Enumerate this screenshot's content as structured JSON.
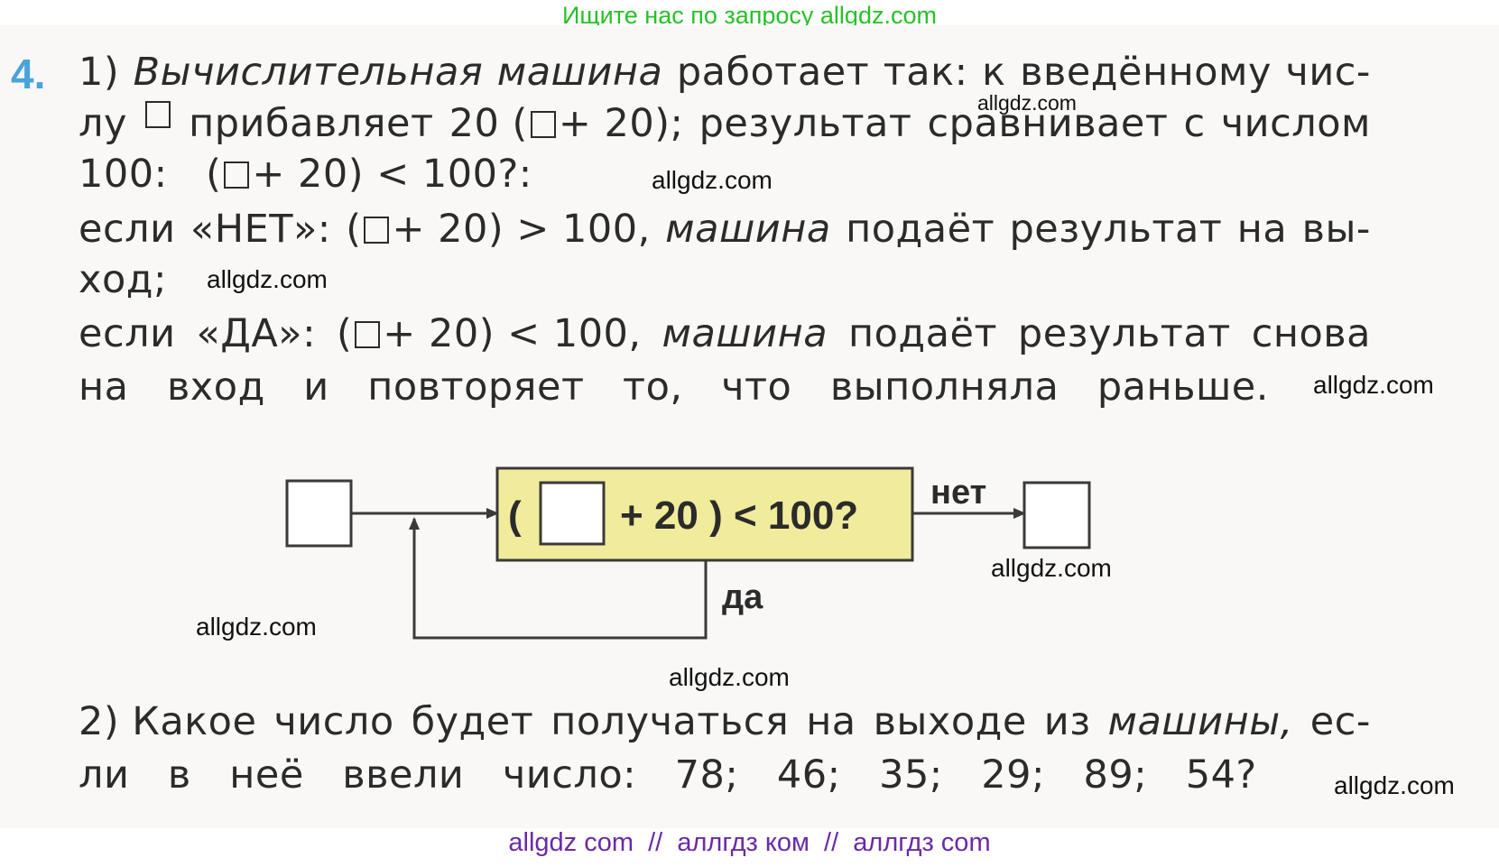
{
  "banner_top": "Ищите нас по запросу allgdz.com",
  "banner_bottom": "allgdz com  //  аллгдз ком  //  аллгдз com",
  "task_number": "4.",
  "part1": {
    "l1a": "1)",
    "l1b": "Вычислительная",
    "l1c": "машина",
    "l1d": "работает",
    "l1e": "так:",
    "l1f": "к",
    "l1g": "введённому",
    "l1h": "чис-",
    "l2a": "лу",
    "l2b": "прибавляет",
    "l2c": "20 (",
    "l2d": "+ 20);",
    "l2e": "результат",
    "l2f": "сравнивает",
    "l2g": "с",
    "l2h": "числом",
    "l3a": "100:   (",
    "l3b": "+ 20) < 100?:",
    "l4a": "если",
    "l4b": "«НЕТ»:",
    "l4c": "(",
    "l4d": "+ 20) > 100,",
    "l4e": "машина",
    "l4f": "подаёт",
    "l4g": "результат",
    "l4h": "на",
    "l4i": "вы-",
    "l5": "ход;",
    "l6a": "если",
    "l6b": "«ДА»:",
    "l6c": "(",
    "l6d": "+ 20) < 100,",
    "l6e": "машина",
    "l6f": "подаёт",
    "l6g": "результат",
    "l6h": "снова",
    "l7": "на   вход   и   повторяет   то,   что   выполняла   раньше."
  },
  "diagram": {
    "open_paren": "(",
    "condition": "+ 20 ) < 100?",
    "no_label": "нет",
    "yes_label": "да",
    "box_fill": "#f1ec9c",
    "line_color": "#3a3a3a"
  },
  "part2": {
    "l1a": "2) Какое",
    "l1b": "число",
    "l1c": "будет",
    "l1d": "получаться",
    "l1e": "на",
    "l1f": "выходе",
    "l1g": "из",
    "l1h": "машины,",
    "l1i": "ес-",
    "l2": "ли   в   неё   ввели   число:   78;   46;   35;   29;   89;   54?"
  },
  "watermarks": [
    "allgdz.com",
    "allgdz.com",
    "allgdz.com",
    "allgdz.com",
    "allgdz.com",
    "allgdz.com",
    "allgdz.com",
    "allgdz.com"
  ]
}
